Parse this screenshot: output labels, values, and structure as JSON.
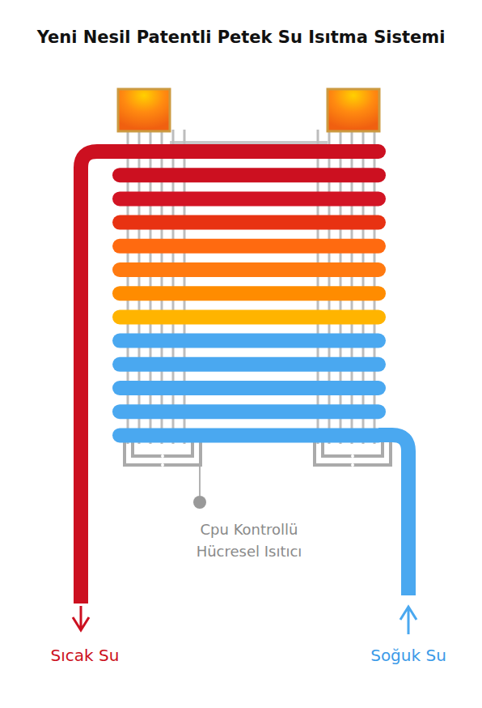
{
  "diagram": {
    "title": "Yeni Nesil Patentli Petek Su Isıtma Sistemi",
    "labels": [
      "Cpu Kontrollü Hücresel Isıtıcı",
      "Sıcak Su",
      "Soğuk Su"
    ]
  }
}
